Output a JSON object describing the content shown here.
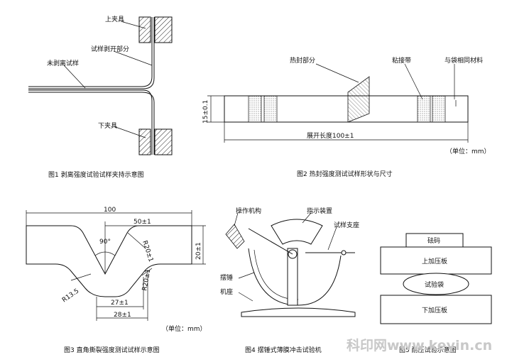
{
  "fig1": {
    "labels": {
      "upper_clamp": "上夹具",
      "peeled_part": "试样剥开部分",
      "unpeeled": "未剥离试样",
      "lower_clamp": "下夹具"
    },
    "caption": "图1  剥离强度试验试样夹持示意图"
  },
  "fig2": {
    "labels": {
      "heat_seal": "热封部分",
      "tape": "粘接带",
      "same_material": "与袋相同材料",
      "width_dim": "15±0.1",
      "length_dim": "展开长度100±1",
      "unit": "（单位：mm）"
    },
    "caption": "图2  热封强度测试试样形状与尺寸"
  },
  "fig3": {
    "labels": {
      "total_len": "100",
      "top_len": "50±1",
      "angle": "90°",
      "r20_upper": "R20±1",
      "height": "20±1",
      "r13": "R13.5",
      "r20_lower": "R20±1",
      "bottom_1": "27±1",
      "bottom_2": "28±1",
      "unit": "（单位：mm）"
    },
    "caption": "图3  直角撕裂强度测试试样示意图"
  },
  "fig4": {
    "labels": {
      "mechanism": "操作机构",
      "indicator": "指示装置",
      "holder": "试样支座",
      "pendulum": "摆锤",
      "base": "机座"
    },
    "caption": "图4  摆锤式薄膜冲击试验机"
  },
  "fig5": {
    "labels": {
      "weight": "砝码",
      "upper_plate": "上加压板",
      "bag": "试验袋",
      "lower_plate": "下加压板"
    },
    "caption": "图5  耐压试验示意图"
  },
  "watermark": "科印网www.keyin.cn"
}
